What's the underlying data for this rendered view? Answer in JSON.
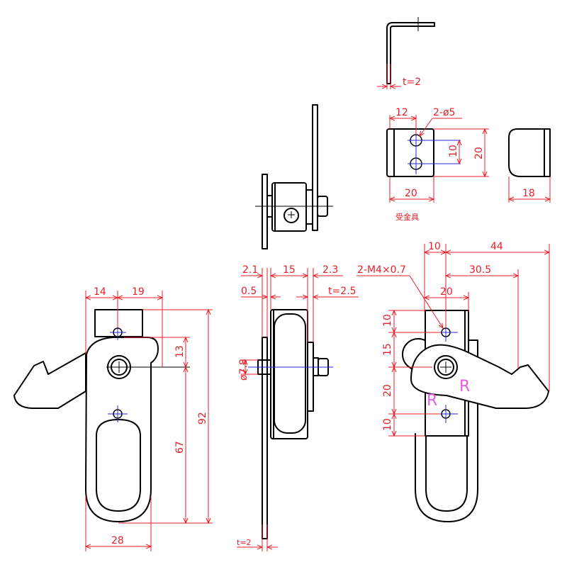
{
  "colors": {
    "outline": "#000000",
    "dimension": "#e8202a",
    "centerline": "#2a2ad8",
    "mark": "#e060e0"
  },
  "top_bracket": {
    "thickness": "t=2"
  },
  "receiver": {
    "dim_12": "12",
    "holes": "2-ø5",
    "dim_10": "10",
    "dim_20_height": "20",
    "dim_20_width": "20",
    "dim_18": "18",
    "caption": "受金具"
  },
  "front": {
    "dim_14": "14",
    "dim_19": "19",
    "dim_13": "13",
    "dim_92": "92",
    "dim_67": "67",
    "dim_28": "28"
  },
  "side": {
    "dim_2_1": "2.1",
    "dim_15": "15",
    "dim_2_3": "2.3",
    "dim_0_5": "0.5",
    "dim_t2_5": "t=2.5",
    "dim_phi7_8": "ø7.8",
    "dim_t2": "t=2"
  },
  "right": {
    "dim_10_top": "10",
    "dim_44": "44",
    "thread": "2-M4×0.7",
    "dim_30_5": "30.5",
    "dim_20_top": "20",
    "dim_v10_a": "10",
    "dim_v15": "15",
    "dim_v20": "20",
    "dim_v10_b": "10",
    "mark_r1": "R",
    "mark_r2": "R"
  }
}
